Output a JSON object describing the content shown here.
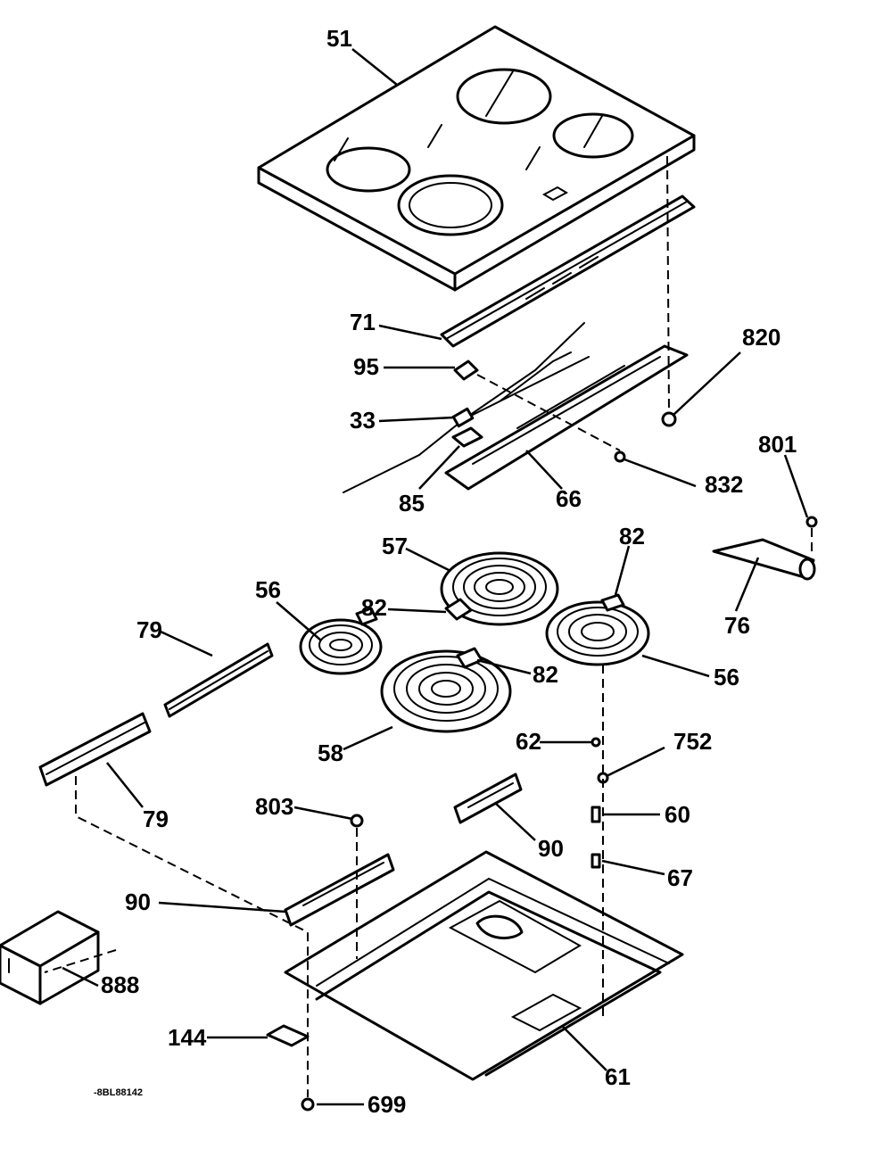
{
  "callouts": {
    "c51": "51",
    "c71": "71",
    "c95": "95",
    "c33": "33",
    "c85": "85",
    "c66": "66",
    "c820": "820",
    "c832": "832",
    "c801": "801",
    "c76": "76",
    "c57": "57",
    "c82a": "82",
    "c82b": "82",
    "c82c": "82",
    "c56a": "56",
    "c56b": "56",
    "c79a": "79",
    "c79b": "79",
    "c58": "58",
    "c62": "62",
    "c752": "752",
    "c803": "803",
    "c90a": "90",
    "c90b": "90",
    "c60": "60",
    "c67": "67",
    "c888": "888",
    "c144": "144",
    "c61": "61",
    "c699": "699"
  },
  "drawing_code": "-8BL88142"
}
